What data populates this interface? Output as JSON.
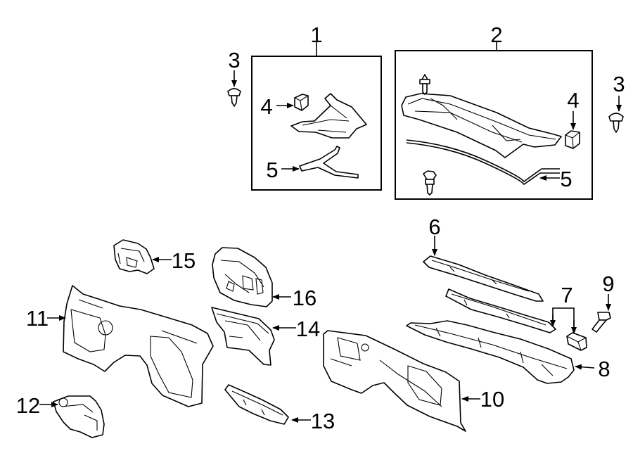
{
  "diagram": {
    "callouts": {
      "c1": "1",
      "c2": "2",
      "c3a": "3",
      "c3b": "3",
      "c4a": "4",
      "c4b": "4",
      "c5a": "5",
      "c5b": "5",
      "c6": "6",
      "c7": "7",
      "c8": "8",
      "c9": "9",
      "c10": "10",
      "c11": "11",
      "c12": "12",
      "c13": "13",
      "c14": "14",
      "c15": "15",
      "c16": "16"
    },
    "colors": {
      "line": "#000000",
      "background": "#ffffff"
    }
  }
}
